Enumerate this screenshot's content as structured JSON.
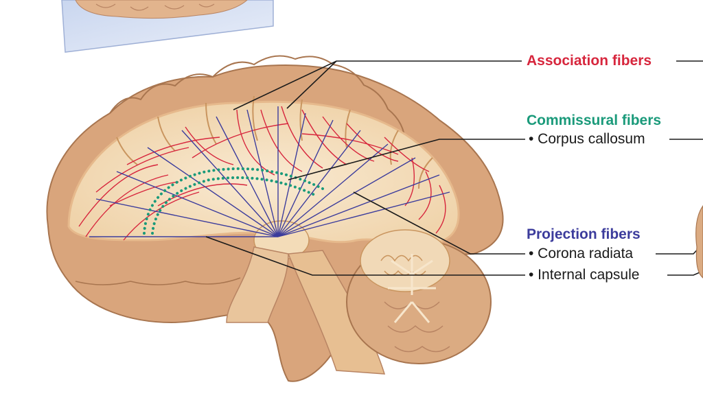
{
  "labels": {
    "association": "Association fibers",
    "commissural": "Commissural fibers",
    "corpus_callosum": "• Corpus callosum",
    "projection": "Projection fibers",
    "corona_radiata": "• Corona radiata",
    "internal_capsule": "• Internal capsule"
  },
  "colors": {
    "association": "#d7263d",
    "commissural": "#1a9a7a",
    "projection": "#3c3c9c",
    "cortex": "#d9a57c",
    "white_matter": "#f3dcb8",
    "leader_line": "#1a1a1a"
  }
}
